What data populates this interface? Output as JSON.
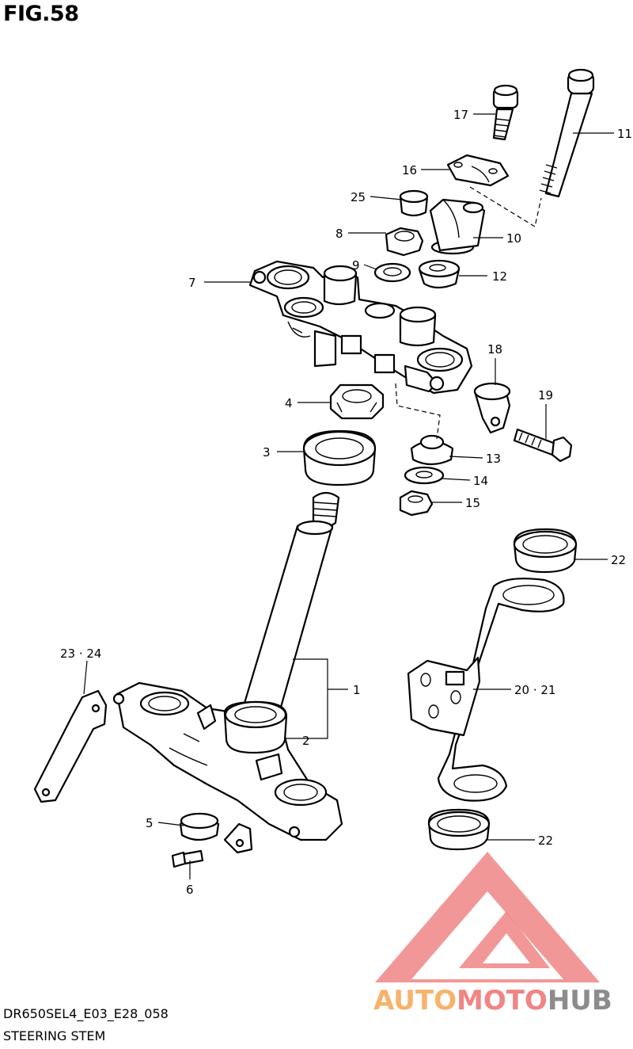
{
  "figure": {
    "title": "FIG.58",
    "model_code": "DR650SEL4_E03_E28_058",
    "section_name": "STEERING STEM"
  },
  "callouts": [
    {
      "id": "c1",
      "label": "1"
    },
    {
      "id": "c2",
      "label": "2"
    },
    {
      "id": "c3",
      "label": "3"
    },
    {
      "id": "c4",
      "label": "4"
    },
    {
      "id": "c5",
      "label": "5"
    },
    {
      "id": "c6",
      "label": "6"
    },
    {
      "id": "c7",
      "label": "7"
    },
    {
      "id": "c8",
      "label": "8"
    },
    {
      "id": "c9",
      "label": "9"
    },
    {
      "id": "c10",
      "label": "10"
    },
    {
      "id": "c11",
      "label": "11"
    },
    {
      "id": "c12",
      "label": "12"
    },
    {
      "id": "c13",
      "label": "13"
    },
    {
      "id": "c14",
      "label": "14"
    },
    {
      "id": "c15",
      "label": "15"
    },
    {
      "id": "c16",
      "label": "16"
    },
    {
      "id": "c17",
      "label": "17"
    },
    {
      "id": "c18",
      "label": "18"
    },
    {
      "id": "c19",
      "label": "19"
    },
    {
      "id": "c20",
      "label": "20 · 21"
    },
    {
      "id": "c22a",
      "label": "22"
    },
    {
      "id": "c22b",
      "label": "22"
    },
    {
      "id": "c23",
      "label": "23 · 24"
    },
    {
      "id": "c25",
      "label": "25"
    }
  ],
  "watermark": {
    "word_part_1": "AUTO",
    "word_part_2": "MOTO",
    "word_part_3": "HUB",
    "color_orange": "#f7b36b",
    "color_red": "#f08585",
    "color_gray": "#8c8c8c"
  }
}
